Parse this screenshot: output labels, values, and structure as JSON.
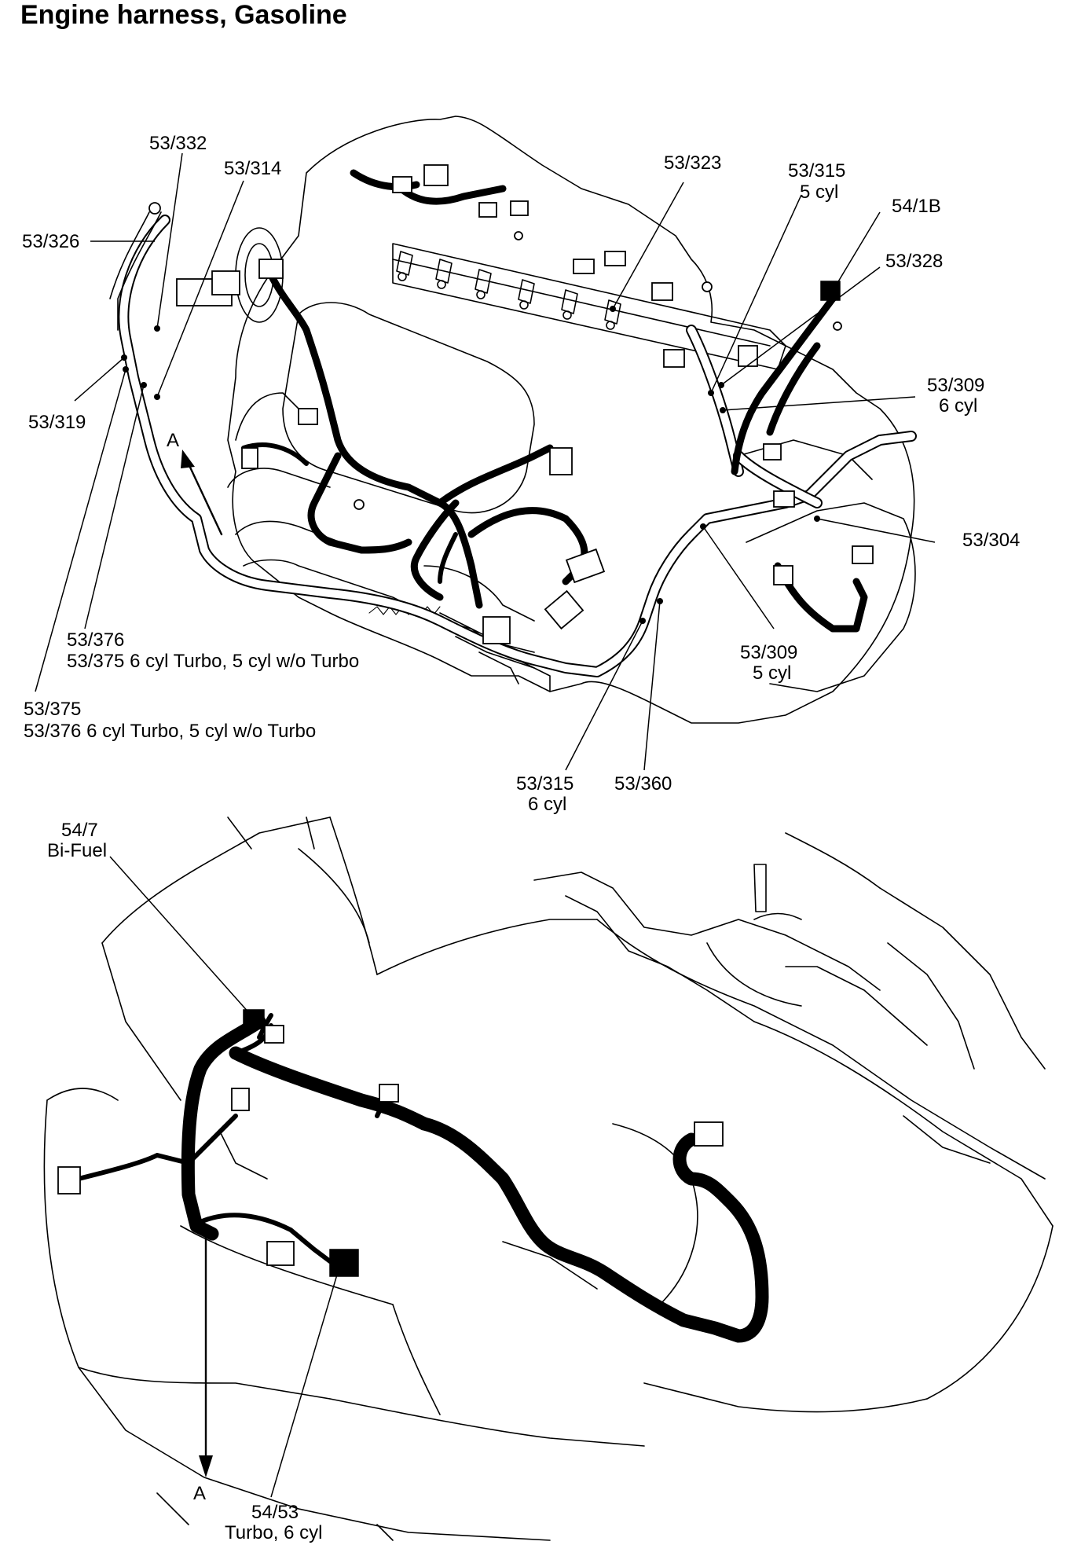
{
  "title": "Engine harness, Gasoline",
  "top_view": {
    "callouts": [
      {
        "id": "c-53-332",
        "lines": [
          "53/332"
        ]
      },
      {
        "id": "c-53-314",
        "lines": [
          "53/314"
        ]
      },
      {
        "id": "c-53-326",
        "lines": [
          "53/326"
        ]
      },
      {
        "id": "c-53-319",
        "lines": [
          "53/319"
        ]
      },
      {
        "id": "c-53-323",
        "lines": [
          "53/323"
        ]
      },
      {
        "id": "c-53-315-5cyl",
        "lines": [
          "53/315",
          "5 cyl"
        ]
      },
      {
        "id": "c-54-1b",
        "lines": [
          "54/1B"
        ]
      },
      {
        "id": "c-53-328",
        "lines": [
          "53/328"
        ]
      },
      {
        "id": "c-53-309-6cyl",
        "lines": [
          "53/309",
          "6 cyl"
        ]
      },
      {
        "id": "c-53-304",
        "lines": [
          "53/304"
        ]
      },
      {
        "id": "c-53-309-5cyl",
        "lines": [
          "53/309",
          "5 cyl"
        ]
      },
      {
        "id": "c-53-376",
        "lines": [
          "53/376",
          "53/375 6 cyl Turbo, 5 cyl w/o Turbo"
        ]
      },
      {
        "id": "c-53-375",
        "lines": [
          "53/375",
          "53/376 6 cyl Turbo, 5 cyl w/o Turbo"
        ]
      },
      {
        "id": "c-53-315-6cyl",
        "lines": [
          "53/315",
          "6 cyl"
        ]
      },
      {
        "id": "c-53-360",
        "lines": [
          "53/360"
        ]
      }
    ],
    "arrow_label": "A"
  },
  "bottom_view": {
    "callouts": [
      {
        "id": "c-54-7",
        "lines": [
          "54/7",
          "Bi-Fuel"
        ]
      },
      {
        "id": "c-54-53",
        "lines": [
          "54/53",
          "Turbo, 6 cyl"
        ]
      }
    ],
    "arrow_label": "A"
  }
}
